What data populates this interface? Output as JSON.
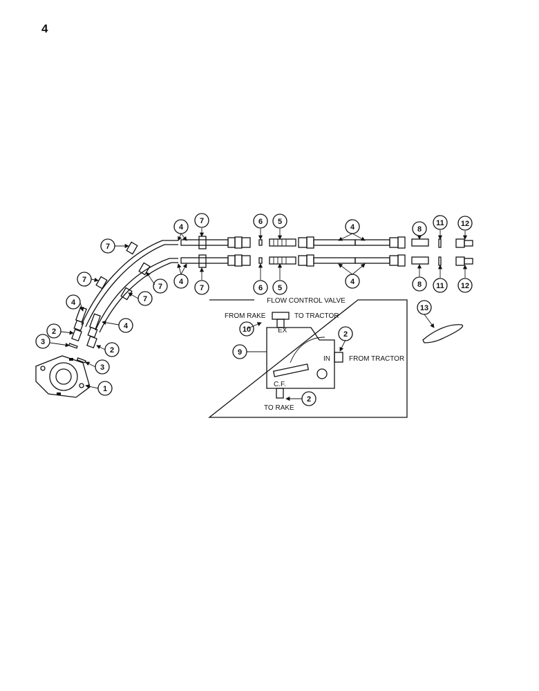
{
  "page": {
    "number": "4"
  },
  "flow_control_valve": {
    "title": "FLOW CONTROL VALVE",
    "port_ex": "EX",
    "port_in": "IN",
    "port_cf": "C.F.",
    "from_rake": "FROM RAKE",
    "to_tractor": "TO TRACTOR",
    "from_tractor": "FROM TRACTOR",
    "to_rake": "TO RAKE"
  },
  "callouts": [
    "1",
    "2",
    "3",
    "4",
    "5",
    "6",
    "7",
    "8",
    "9",
    "10",
    "11",
    "12",
    "13"
  ]
}
